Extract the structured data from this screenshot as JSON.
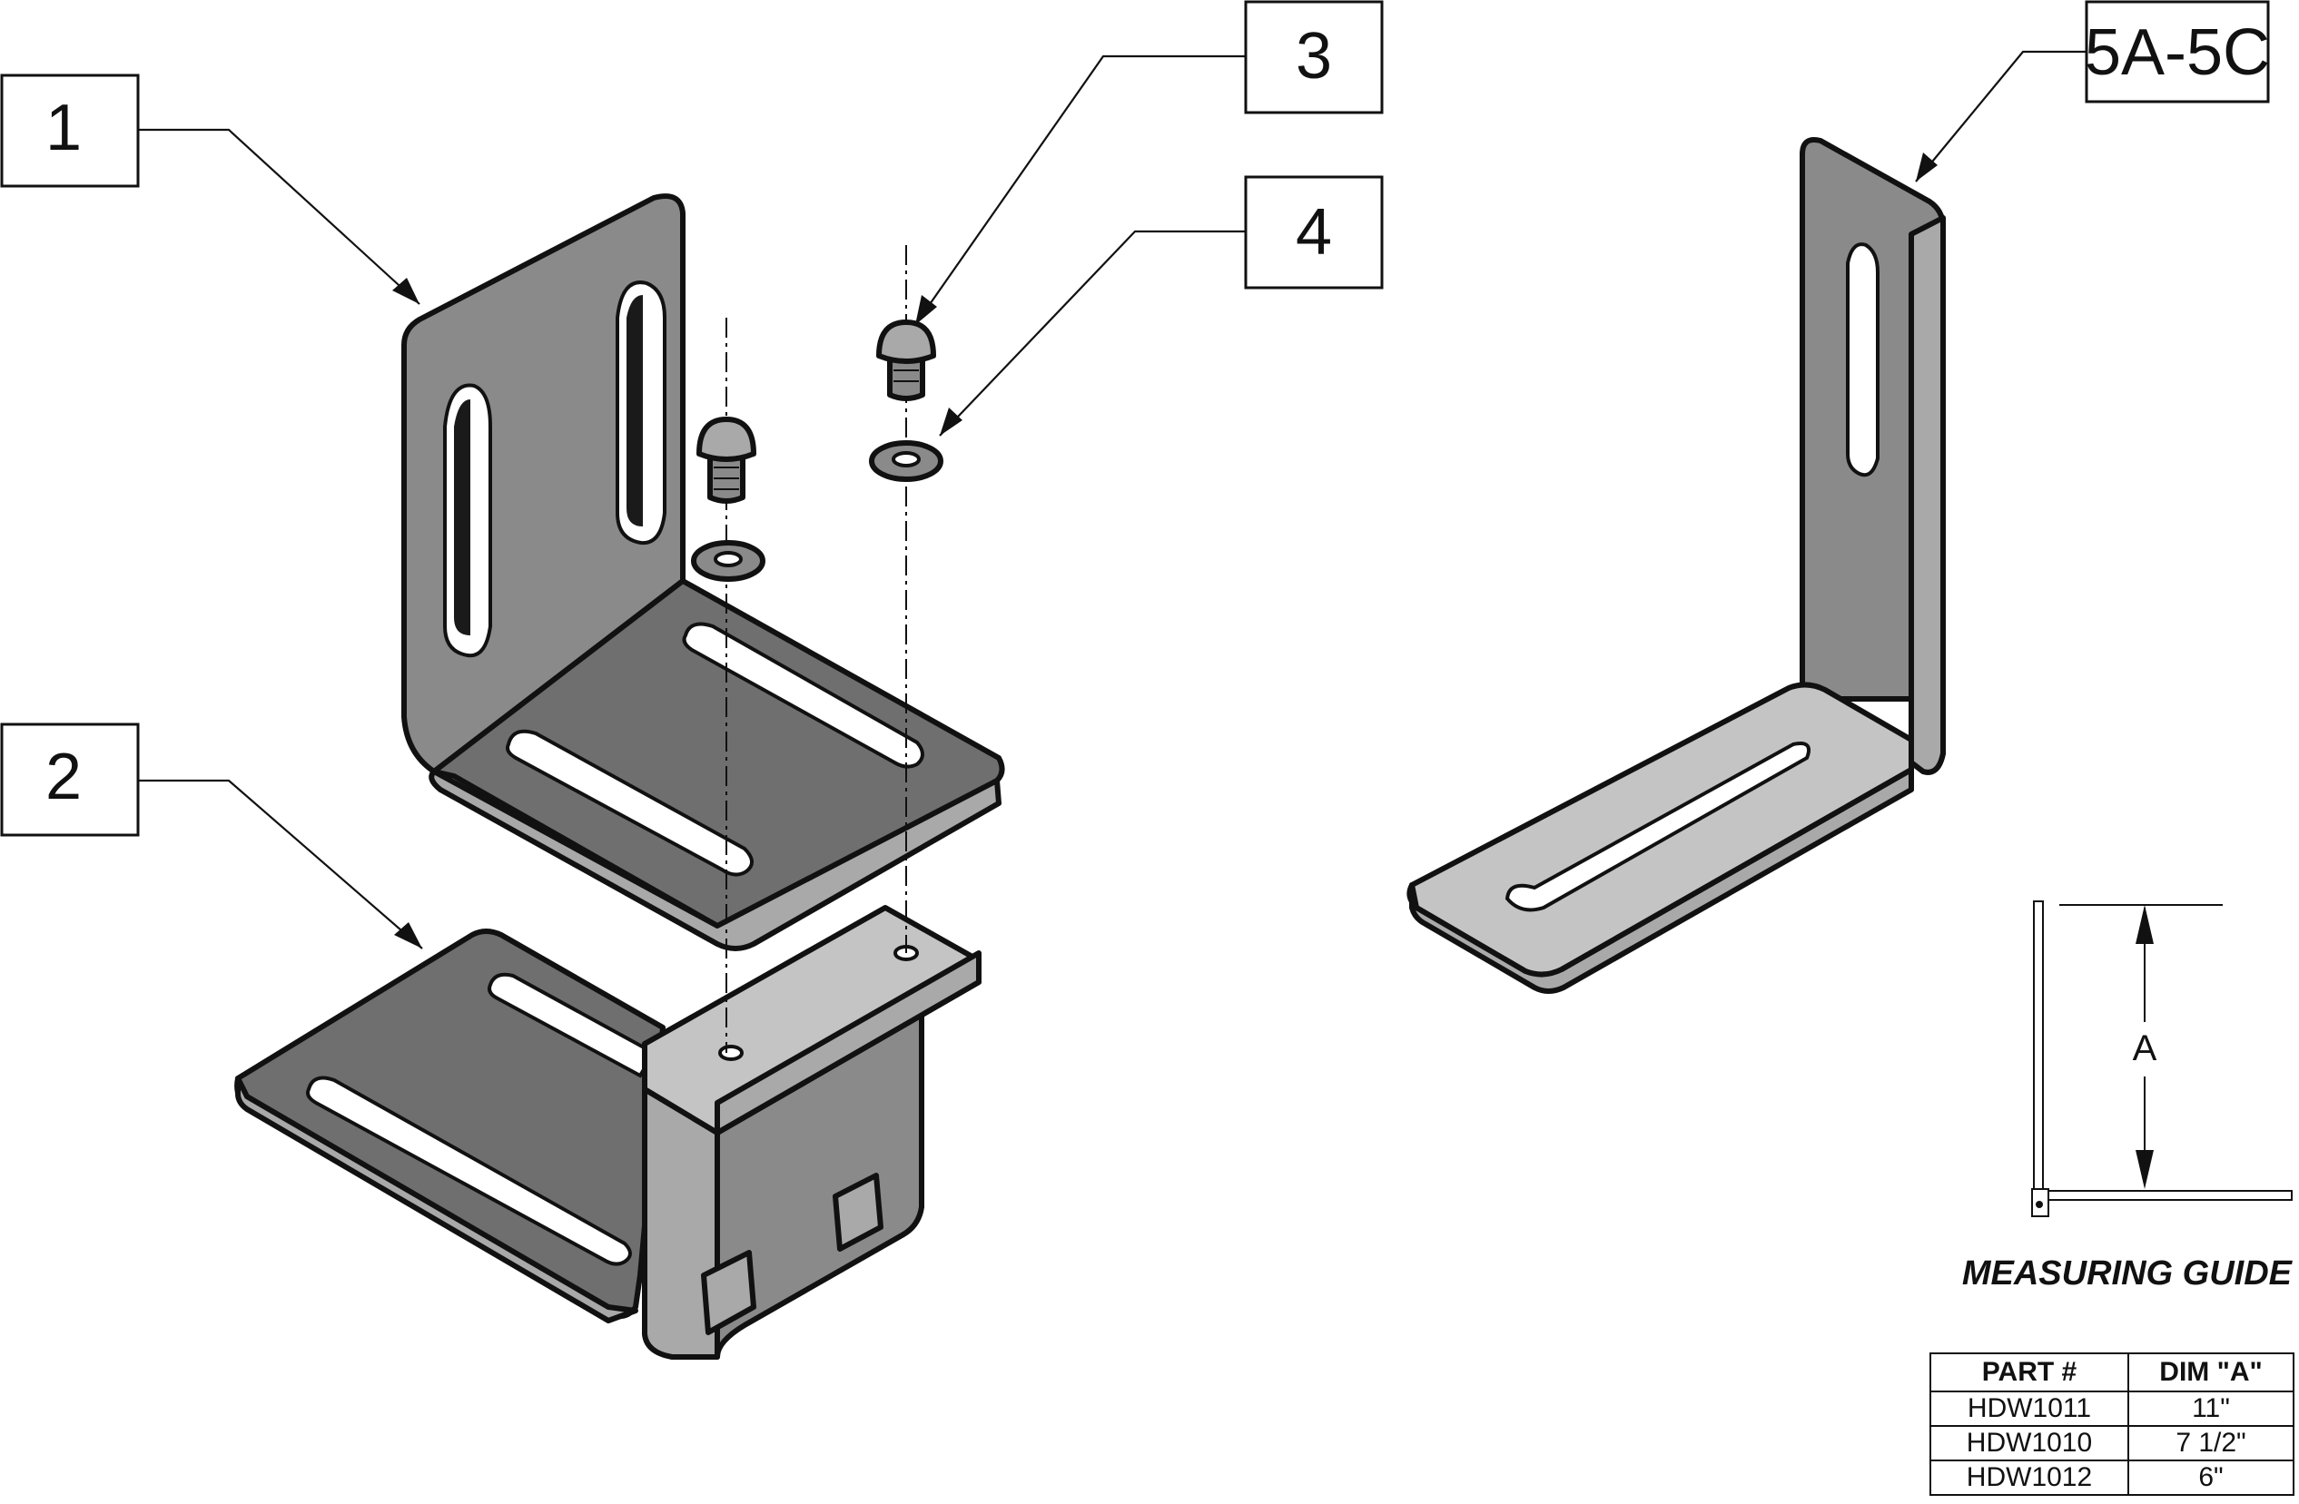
{
  "callouts": [
    {
      "label": "1"
    },
    {
      "label": "2"
    },
    {
      "label": "3"
    },
    {
      "label": "4"
    },
    {
      "label": "5A-5C"
    }
  ],
  "measuring_guide": {
    "title": "MEASURING GUIDE",
    "dimension_label": "A"
  },
  "parts_table": {
    "headers": [
      "PART #",
      "DIM \"A\""
    ],
    "rows": [
      [
        "HDW1011",
        "11\""
      ],
      [
        "HDW1010",
        "7 1/2\""
      ],
      [
        "HDW1012",
        "6\""
      ]
    ]
  }
}
